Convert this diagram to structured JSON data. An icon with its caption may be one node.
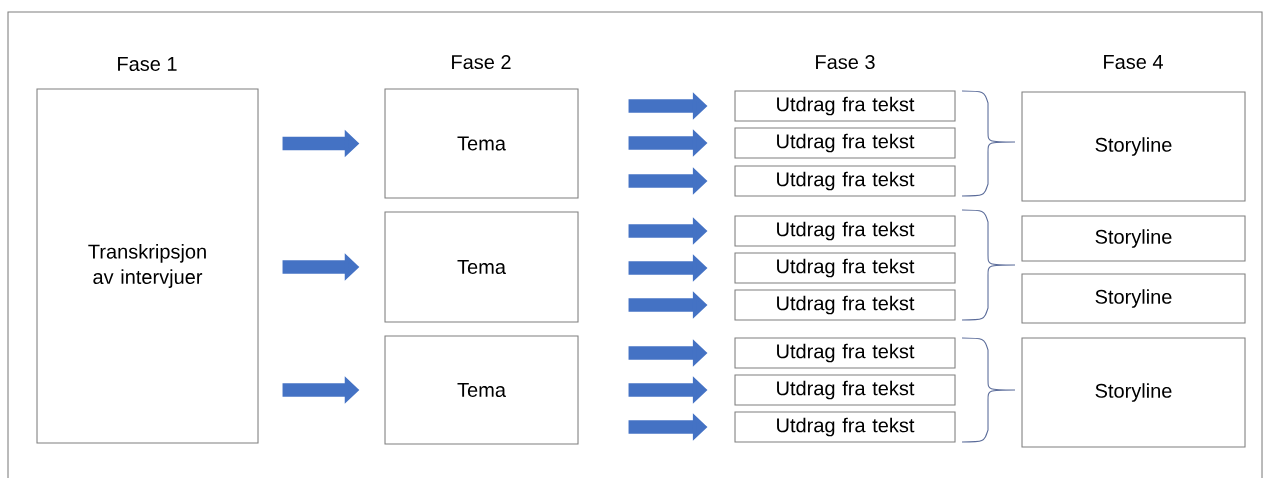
{
  "diagram": {
    "nodes": [
      {
        "text": [
          "Transkripsjon av intervjuer"
        ]
      },
      {
        "text": [
          "Tema"
        ]
      },
      {
        "text": [
          "Tema"
        ]
      },
      {
        "text": [
          "Tema"
        ]
      },
      {
        "text": [
          "Utdrag fra tekst"
        ]
      },
      {
        "text": [
          "Utdrag fra tekst"
        ]
      },
      {
        "text": [
          "Utdrag fra tekst"
        ]
      },
      {
        "text": [
          "Utdrag fra tekst"
        ]
      },
      {
        "text": [
          "Utdrag fra tekst"
        ]
      },
      {
        "text": [
          "Utdrag fra tekst"
        ]
      },
      {
        "text": [
          "Utdrag fra tekst"
        ]
      },
      {
        "text": [
          "Utdrag fra tekst"
        ]
      },
      {
        "text": [
          "Utdrag fra tekst"
        ]
      },
      {
        "text": [
          "Storyline"
        ]
      },
      {
        "text": [
          "Storyline"
        ]
      },
      {
        "text": [
          "Storyline"
        ]
      },
      {
        "text": [
          "Storyline"
        ]
      }
    ],
    "edges": [
      {
        "from": 0,
        "to": 1,
        "arrow": "to"
      },
      {
        "from": 0,
        "to": 2,
        "arrow": "to"
      },
      {
        "from": 0,
        "to": 3,
        "arrow": "to"
      },
      {
        "from": 1,
        "to": 4,
        "arrow": "to"
      },
      {
        "from": 1,
        "to": 5,
        "arrow": "to"
      },
      {
        "from": 1,
        "to": 6,
        "arrow": "to"
      },
      {
        "from": 2,
        "to": 7,
        "arrow": "to"
      },
      {
        "from": 2,
        "to": 8,
        "arrow": "to"
      },
      {
        "from": 2,
        "to": 9,
        "arrow": "to"
      },
      {
        "from": 3,
        "to": 10,
        "arrow": "to"
      },
      {
        "from": 3,
        "to": 11,
        "arrow": "to"
      },
      {
        "from": 3,
        "to": 12,
        "arrow": "to"
      }
    ],
    "labels": [
      "Fase 1",
      "Fase 2",
      "Fase 3",
      "Fase 4"
    ]
  }
}
